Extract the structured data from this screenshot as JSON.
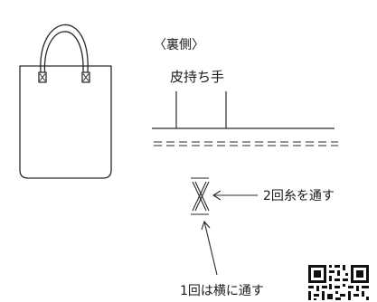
{
  "labels": {
    "back_side": "〈裏側〉",
    "leather_handle": "皮持ち手",
    "pass_twice": "2回糸を通す",
    "pass_once_sideways": "1回は横に通す"
  },
  "colors": {
    "line": "#2a2a2a",
    "qr": "#111111"
  }
}
